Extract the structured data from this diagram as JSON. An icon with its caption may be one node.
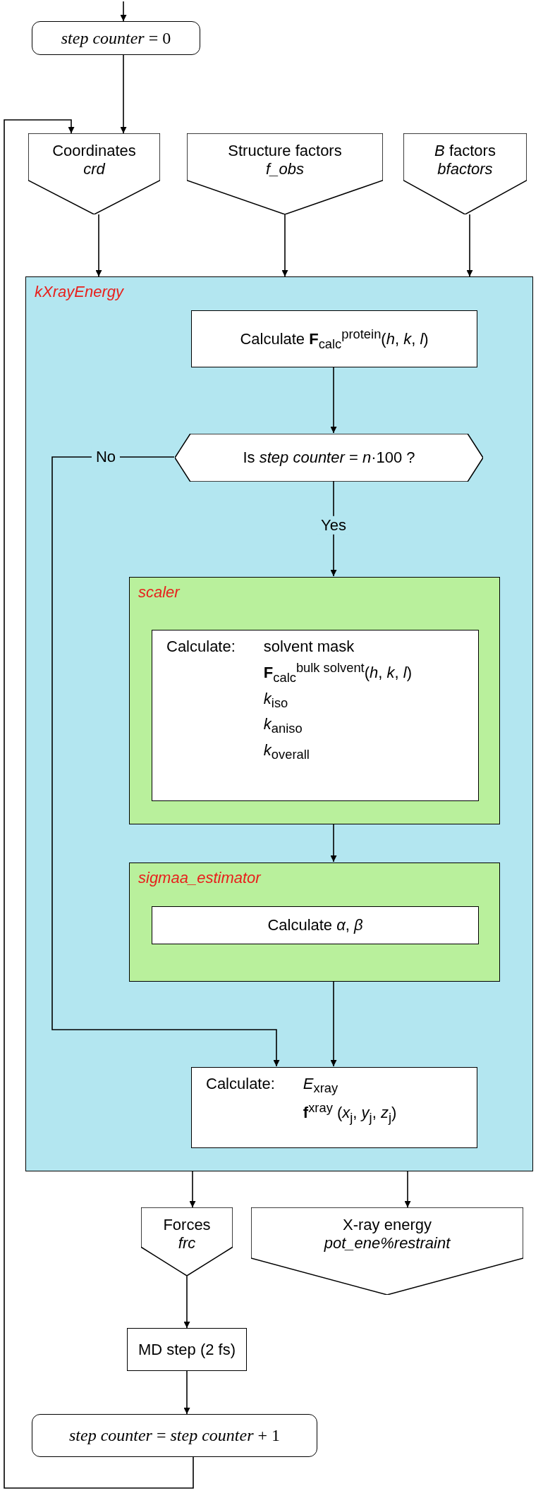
{
  "diagram": {
    "nodes": [
      {
        "text": [
          "*step counter* = 0"
        ]
      },
      {
        "text": [
          "Coordinates",
          "crd"
        ]
      },
      {
        "text": [
          "Structure factors",
          "f_obs"
        ]
      },
      {
        "text": [
          "*B* factors",
          "bfactors"
        ]
      },
      {
        "text": [
          "kXrayEnergy"
        ]
      },
      {
        "text": [
          "Calculate **F**$_{calc}$$^{protein}$(*h*, *k*, *l*)"
        ],
        "in": 4
      },
      {
        "text": [
          "Is *step counter* = *n*·100 ?"
        ],
        "in": 4
      },
      {
        "text": [
          "scaler"
        ],
        "in": 4
      },
      {
        "text": [
          "Calculate:",
          "solvent mask",
          "**F**$_{calc}$$^{bulk solvent}$(*h*, *k*, *l*)",
          "*k*$_{iso}$",
          "*k*$_{aniso}$",
          "*k*$_{overall}$"
        ],
        "in": 7
      },
      {
        "text": [
          "sigmaa_estimator"
        ],
        "in": 4
      },
      {
        "text": [
          "Calculate *α*, *β*"
        ],
        "in": 9
      },
      {
        "text": [
          "Calculate:",
          "*E*$_{xray}$",
          "**f**$^{xray}$ (*x*$_{j}$, *y*$_{j}$, *z*$_{j}$)"
        ],
        "in": 4
      },
      {
        "text": [
          "Forces",
          "frc"
        ]
      },
      {
        "text": [
          "X-ray energy",
          "pot_ene%restraint"
        ]
      },
      {
        "text": [
          "MD step (2 fs)"
        ]
      },
      {
        "text": [
          "*step counter* = *step counter* + 1"
        ]
      }
    ],
    "edges": [
      {
        "from": null,
        "to": 0,
        "arrow": "to"
      },
      {
        "from": 0,
        "to": 1,
        "arrow": "to"
      },
      {
        "from": 1,
        "to": 4,
        "arrow": "to"
      },
      {
        "from": 2,
        "to": 4,
        "arrow": "to"
      },
      {
        "from": 3,
        "to": 4,
        "arrow": "to"
      },
      {
        "from": 5,
        "to": 6,
        "arrow": "to"
      },
      {
        "from": 6,
        "to": 7,
        "label": "Yes",
        "arrow": "to"
      },
      {
        "from": 6,
        "to": 11,
        "label": "No",
        "arrow": "to"
      },
      {
        "from": 7,
        "to": 9,
        "arrow": "to"
      },
      {
        "from": 9,
        "to": 11,
        "arrow": "to"
      },
      {
        "from": 4,
        "to": 12,
        "arrow": "to"
      },
      {
        "from": 4,
        "to": 13,
        "arrow": "to"
      },
      {
        "from": 12,
        "to": 14,
        "arrow": "to"
      },
      {
        "from": 14,
        "to": 15,
        "arrow": "to"
      },
      {
        "from": 15,
        "to": 1,
        "arrow": "to"
      }
    ]
  }
}
